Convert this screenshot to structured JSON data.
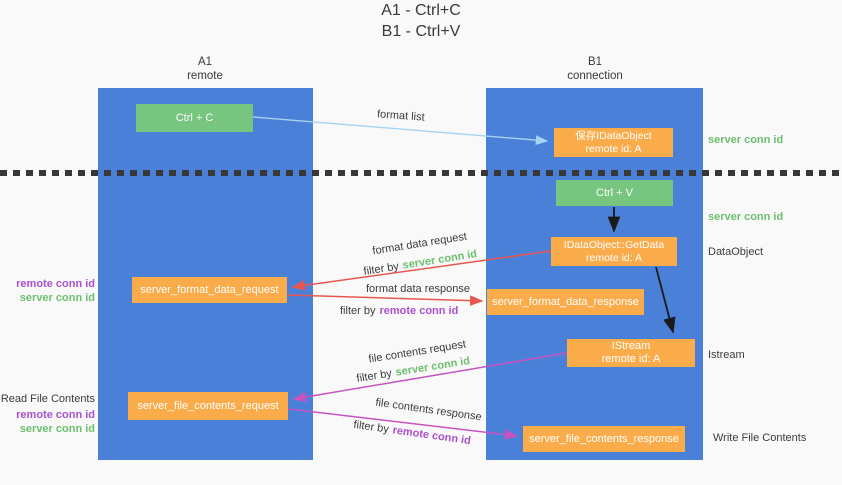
{
  "title": {
    "line1": "A1 - Ctrl+C",
    "line2": "B1 - Ctrl+V"
  },
  "lifelines": {
    "a1": {
      "title": "A1",
      "subtitle": "remote"
    },
    "b1": {
      "title": "B1",
      "subtitle": "connection"
    }
  },
  "boxes": {
    "ctrl_c": "Ctrl + C",
    "ctrl_v": "Ctrl + V",
    "save_dataobject": {
      "line1": "保存IDataObject",
      "line2": "remote id: A"
    },
    "getdata": {
      "line1": "IDataObject::GetData",
      "line2": "remote id: A"
    },
    "istream": {
      "line1": "IStream",
      "line2": "remote id: A"
    },
    "format_request": "server_format_data_request",
    "format_response": "server_format_data_response",
    "file_request": "server_file_contents_request",
    "file_response": "server_file_contents_response"
  },
  "arrow_labels": {
    "format_list": "format list",
    "format_data_request": "format data request",
    "format_data_response": "format data response",
    "file_contents_request": "file contents request",
    "file_contents_response": "file contents response",
    "filter_by": "filter by",
    "server_conn_id": "server conn id",
    "remote_conn_id": "remote conn id"
  },
  "side_labels": {
    "server_conn_id_right_top": "server conn id",
    "server_conn_id_right_mid": "server conn id",
    "dataobject": "DataObject",
    "istream": "Istream",
    "write_file_contents": "Write File Contents",
    "read_file_contents": "Read File Contents",
    "remote_conn_id_left_top": "remote conn id",
    "server_conn_id_left_top": "server conn id",
    "remote_conn_id_left_bottom": "remote conn id",
    "server_conn_id_left_bottom": "server conn id"
  },
  "colors": {
    "lifeline_blue": "#4a80d8",
    "box_green": "#77c57e",
    "box_orange": "#faac4b",
    "arrow_blue": "#a5d3f3",
    "arrow_red": "#e8574f",
    "arrow_magenta": "#c653c1",
    "arrow_black": "#1a1a1a",
    "text_green": "#6cbf6e",
    "text_purple": "#ab51ce",
    "text_dark": "#3c3c3c",
    "background": "#f9f9f9"
  }
}
